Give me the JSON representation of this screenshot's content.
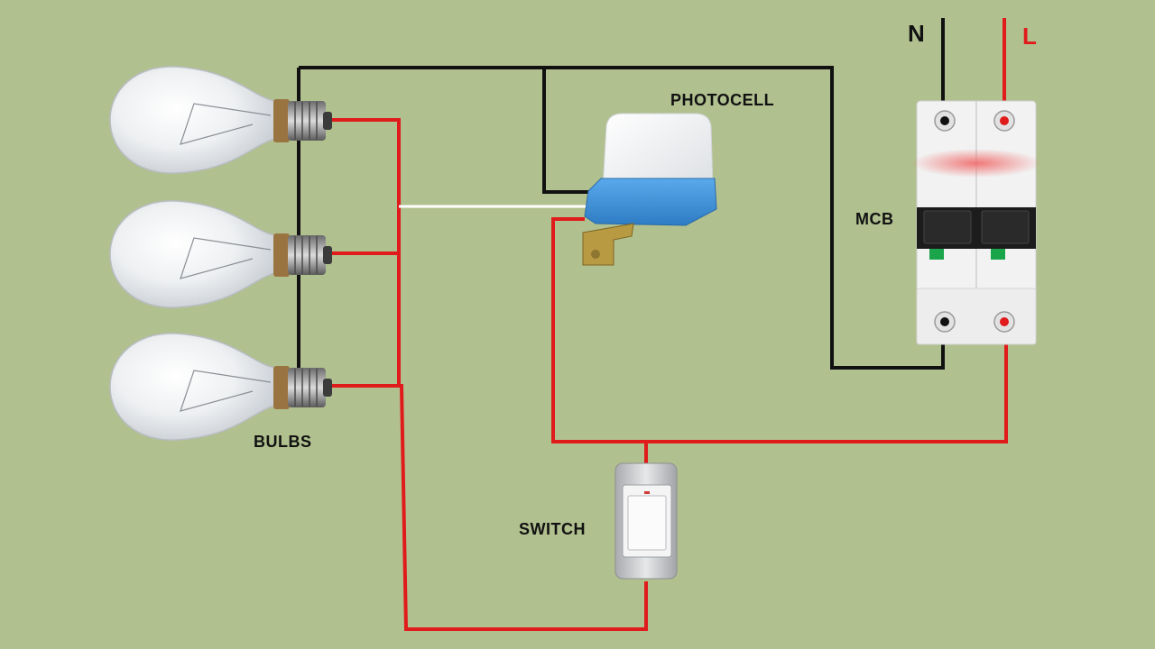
{
  "labels": {
    "photocell": "PHOTOCELL",
    "mcb": "MCB",
    "bulbs": "BULBS",
    "switch": "SWITCH",
    "neutral": "N",
    "live": "L"
  },
  "colors": {
    "background": "#b1c08f",
    "neutral_wire": "#111111",
    "live_wire": "#e01b1b",
    "sensor_wire": "#ffffff",
    "photocell_body": "#3d8fd6",
    "mcb_body": "#f2f2f2"
  },
  "components": {
    "bulbs": {
      "count": 3
    },
    "breaker": {
      "poles": 2
    }
  }
}
